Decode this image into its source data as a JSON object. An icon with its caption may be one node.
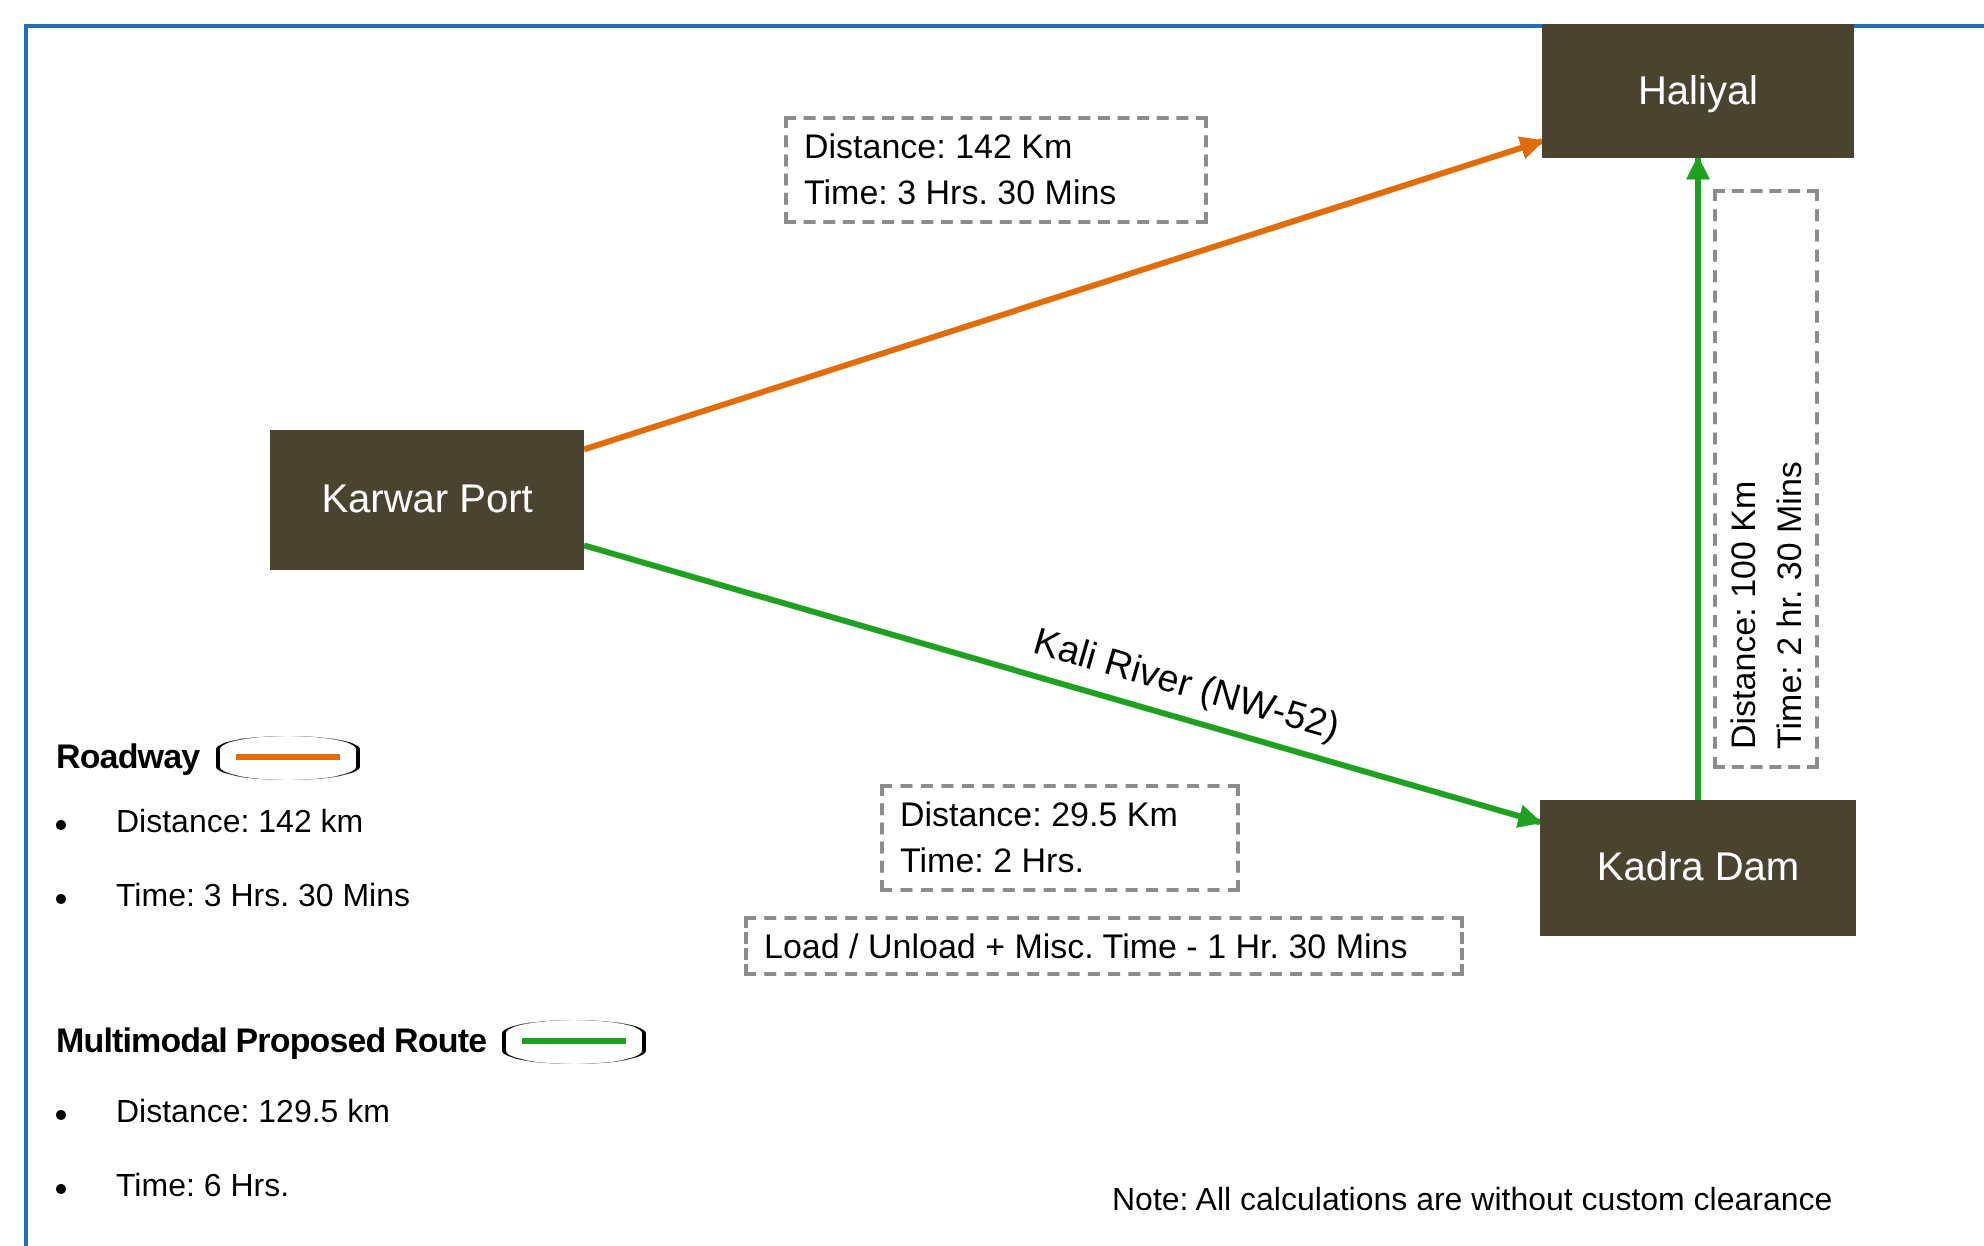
{
  "diagram": {
    "nodes": [
      {
        "text": [
          "Karwar Port"
        ]
      },
      {
        "text": [
          "Haliyal"
        ]
      },
      {
        "text": [
          "Kadra Dam"
        ]
      },
      {
        "text": [
          "Distance: 142 Km",
          "Time: 3 Hrs. 30 Mins"
        ]
      },
      {
        "text": [
          "Distance: 29.5 Km",
          "Time: 2 Hrs."
        ]
      },
      {
        "text": [
          "Load / Unload + Misc. Time - 1 Hr. 30 Mins"
        ]
      },
      {
        "text": [
          "Distance: 100 Km",
          "Time: 2 hr. 30 Mins"
        ]
      }
    ],
    "edges": [
      {
        "from": 0,
        "to": 1,
        "arrow": "to",
        "color": "#e36c0a"
      },
      {
        "from": 0,
        "to": 2,
        "arrow": "to",
        "label": "Kali River (NW-52)",
        "color": "#1ea11e"
      },
      {
        "from": 2,
        "to": 1,
        "arrow": "to",
        "color": "#1ea11e"
      }
    ],
    "labels": [
      "Distance: 142 km",
      "Time: 3 Hrs. 30 Mins",
      "Distance: 129.5 km",
      "Time: 6 Hrs.",
      "Note: All calculations are without custom clearance"
    ],
    "legend": [
      {
        "text": "Roadway",
        "color": "#e36c0a"
      },
      {
        "text": "Multimodal Proposed Route",
        "color": "#1ea11e"
      }
    ]
  }
}
